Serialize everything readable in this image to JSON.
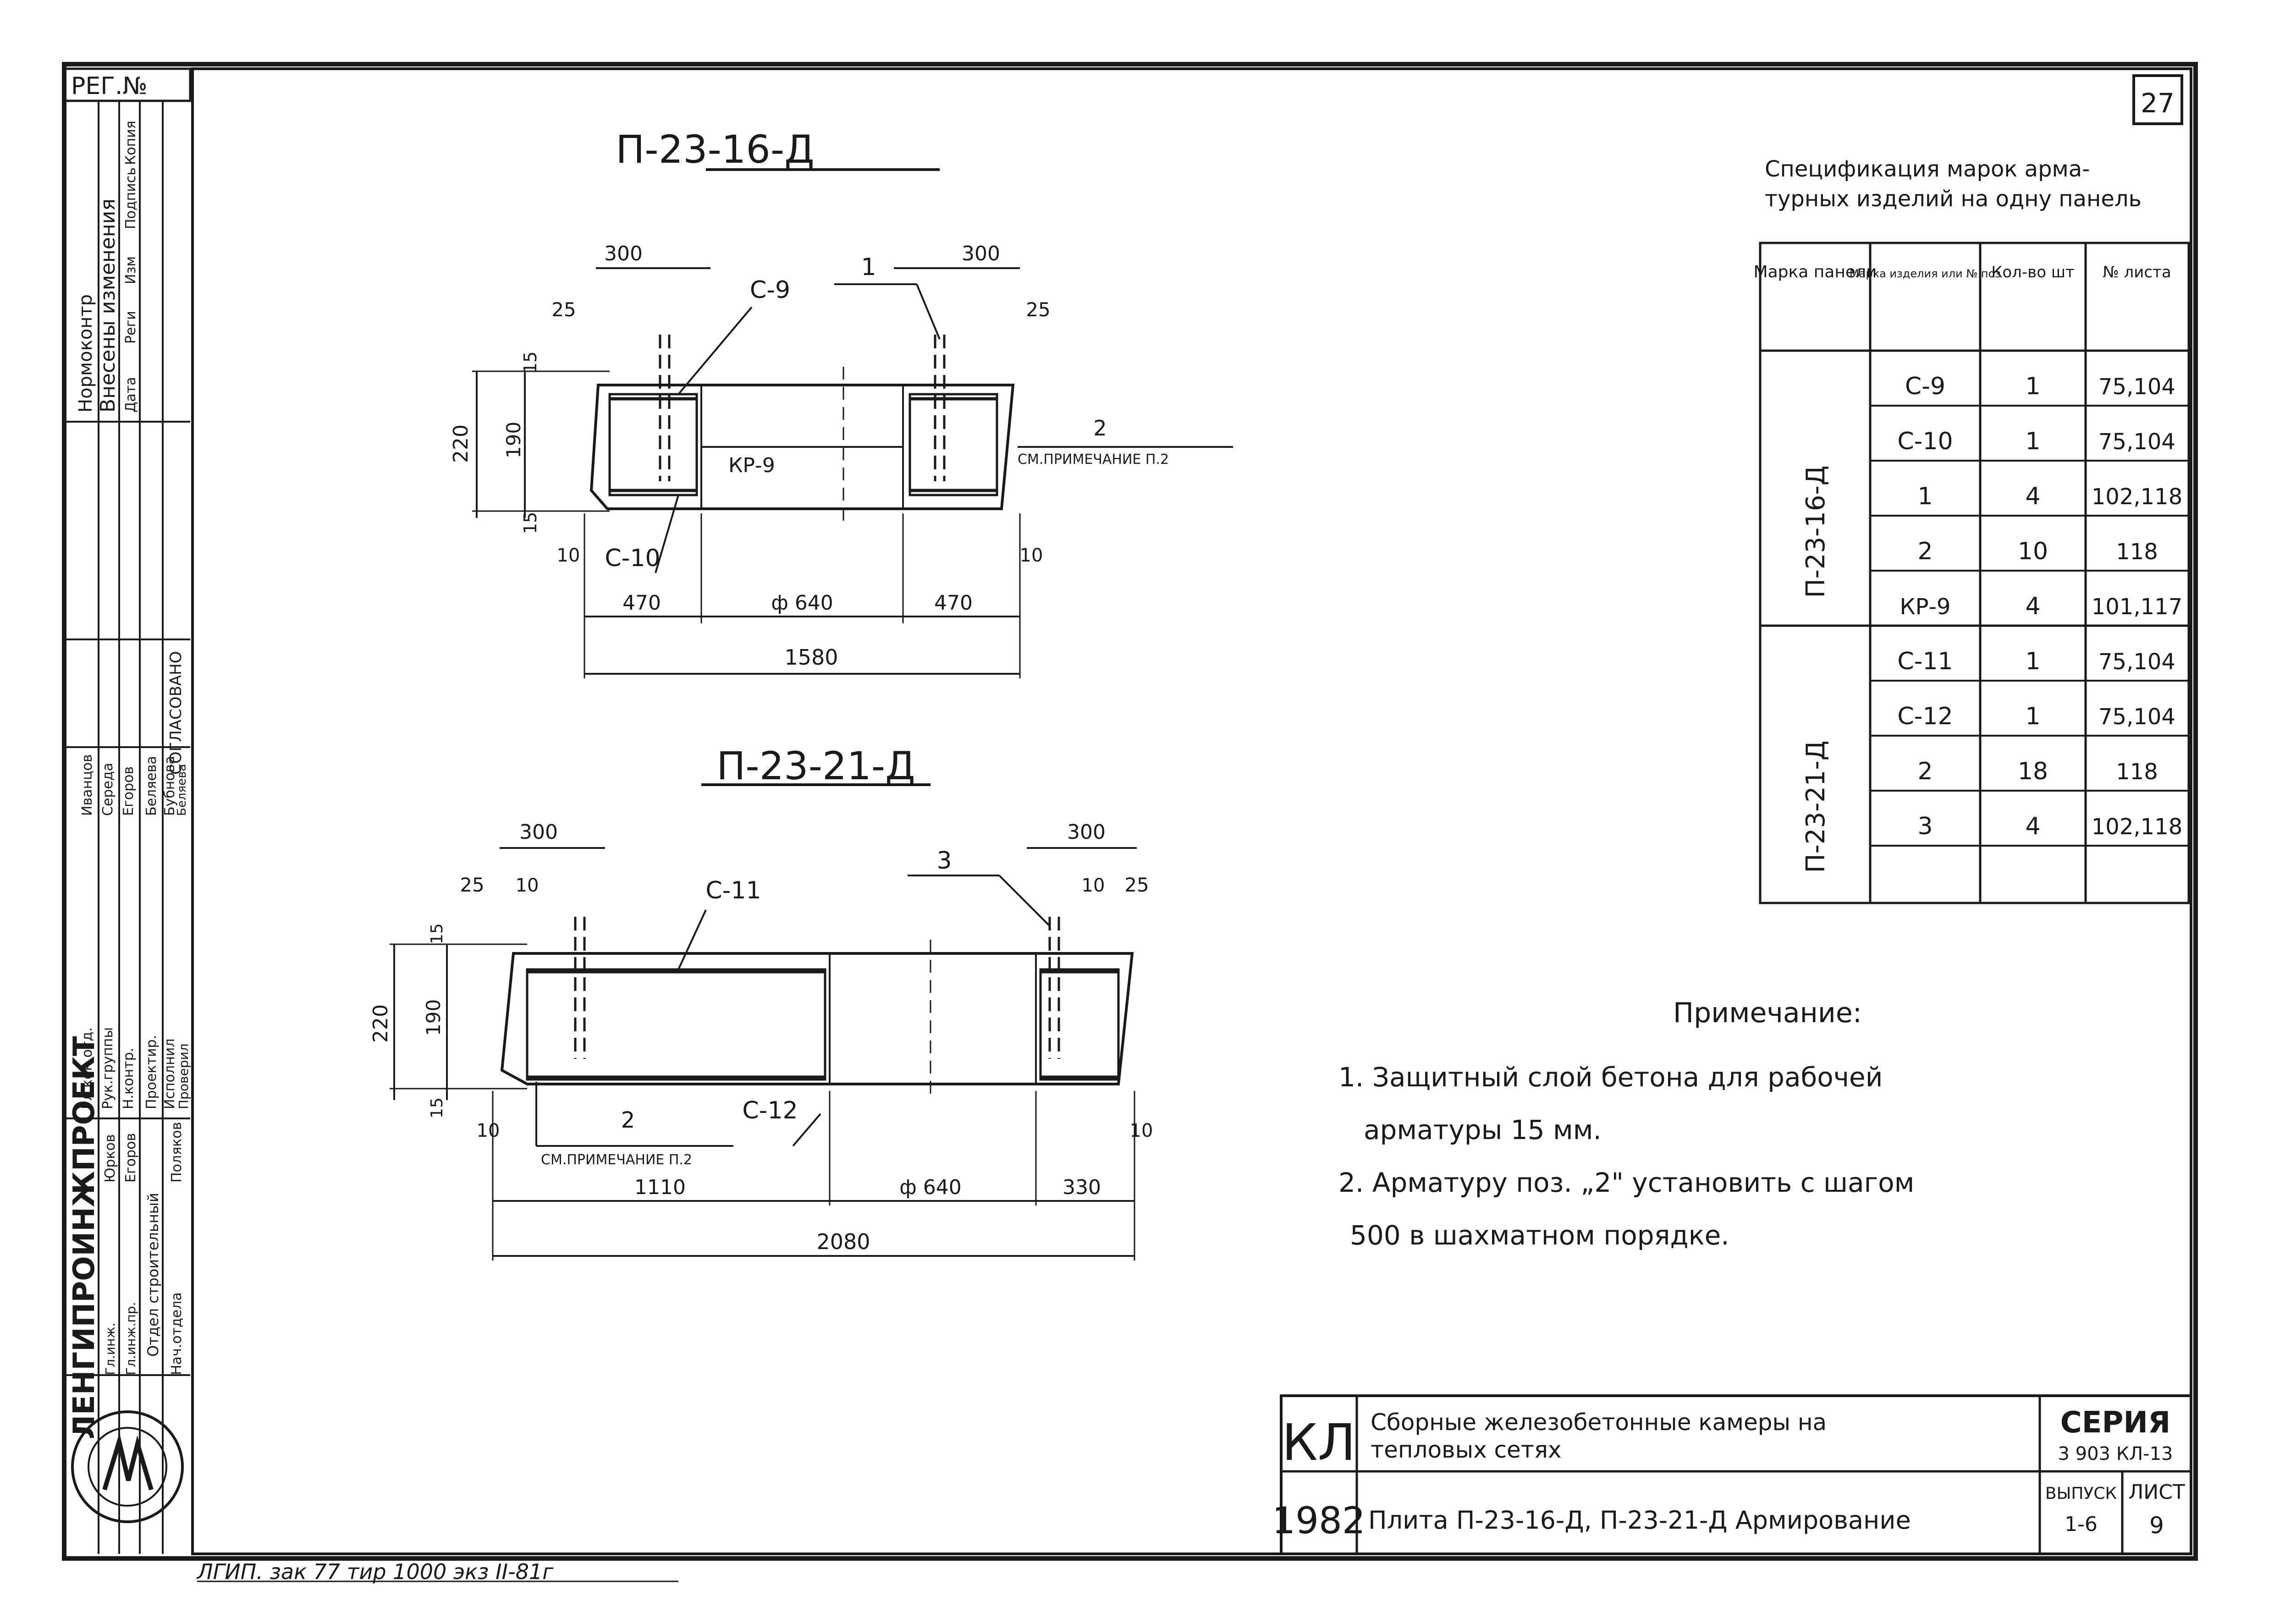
{
  "sheet_number": "27",
  "reg_label": "РЕГ.№",
  "left_stamp": {
    "changes_header": "Внесены изменения",
    "changes_cols": [
      "Дата",
      "Реги",
      "Изм",
      "Подпись",
      "Копия"
    ],
    "normcontrol": "Нормоконтр",
    "agreed": "СОГЛАСОВАНО",
    "agreed_names": [
      "Иванцов",
      "Середа",
      "Егоров",
      "Беляева",
      "Бубнова",
      "Беляева"
    ],
    "roles": [
      "Гл.кон.отд.",
      "Рук.группы",
      "Н.контр.",
      "Проектир.",
      "Исполнил",
      "Проверил"
    ],
    "org": "ЛЕНГИПРОИНЖПРОЕКТ",
    "chief_roles": [
      "Гл.инж.",
      "Гл.инж.пр.",
      "Нач.отдела"
    ],
    "chief_names": [
      "Юрков",
      "Егоров",
      "Поляков"
    ],
    "dept": "Отдел строительный"
  },
  "drawings": {
    "d1": {
      "title": "П-23-16-Д",
      "dims": [
        "300",
        "300",
        "25",
        "25",
        "15",
        "190",
        "220",
        "15",
        "10",
        "10",
        "470",
        "ф 640",
        "470",
        "1580"
      ],
      "labels": [
        "С-9",
        "1",
        "КР-9",
        "С-10",
        "2",
        "СМ.ПРИМЕЧАНИЕ П.2"
      ]
    },
    "d2": {
      "title": "П-23-21-Д",
      "dims": [
        "300",
        "300",
        "25",
        "10",
        "10",
        "25",
        "15",
        "190",
        "220",
        "15",
        "10",
        "10",
        "1110",
        "ф 640",
        "330",
        "2080"
      ],
      "labels": [
        "С-11",
        "3",
        "2",
        "С-12",
        "СМ.ПРИМЕЧАНИЕ П.2"
      ]
    }
  },
  "spec": {
    "title_line1": "Спецификация марок арма-",
    "title_line2": "турных изделий на одну панель",
    "headers": [
      "Марка панели",
      "Марка изделия или № поз",
      "Кол-во шт",
      "№ листа"
    ],
    "groups": [
      {
        "panel": "П-23-16-Д",
        "rows": [
          [
            "С-9",
            "1",
            "75,104"
          ],
          [
            "С-10",
            "1",
            "75,104"
          ],
          [
            "1",
            "4",
            "102,118"
          ],
          [
            "2",
            "10",
            "118"
          ],
          [
            "КР-9",
            "4",
            "101,117"
          ]
        ]
      },
      {
        "panel": "П-23-21-Д",
        "rows": [
          [
            "С-11",
            "1",
            "75,104"
          ],
          [
            "С-12",
            "1",
            "75,104"
          ],
          [
            "2",
            "18",
            "118"
          ],
          [
            "3",
            "4",
            "102,118"
          ],
          [
            "",
            "",
            ""
          ]
        ]
      }
    ]
  },
  "notes": {
    "title": "Примечание:",
    "lines": [
      "1. Защитный слой бетона для рабочей",
      "арматуры 15 мм.",
      "2. Арматуру поз. „2\" установить с шагом",
      "500 в шахматном порядке."
    ]
  },
  "title_block": {
    "code": "КЛ",
    "year": "1982",
    "desc_line1": "Сборные железобетонные камеры на",
    "desc_line2": "тепловых сетях",
    "desc_line3": "Плита П-23-16-Д, П-23-21-Д Армирование",
    "series_label": "СЕРИЯ",
    "series_value": "3 903 КЛ-13",
    "issue_label": "ВЫПУСК",
    "issue_value": "1-6",
    "sheet_label": "ЛИСТ",
    "sheet_value": "9"
  },
  "footer_text": "ЛГИП. зак 77 тир 1000 экз II-81г"
}
